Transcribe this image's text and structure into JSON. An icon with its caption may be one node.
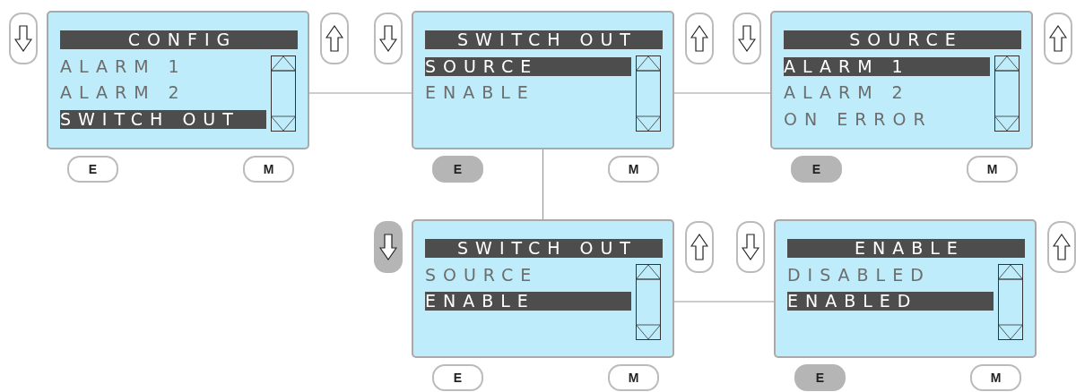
{
  "diagram": {
    "nodes": [
      {
        "text": [
          "CONFIG",
          "ALARM 1",
          "ALARM 2",
          "SWITCH OUT"
        ]
      },
      {
        "text": [
          "E"
        ]
      },
      {
        "text": [
          "M"
        ]
      },
      {
        "text": [
          "SWITCH OUT",
          "SOURCE",
          "ENABLE"
        ]
      },
      {
        "text": [
          "E"
        ]
      },
      {
        "text": [
          "M"
        ]
      },
      {
        "text": [
          "SOURCE",
          "ALARM 1",
          "ALARM 2",
          "ON ERROR"
        ]
      },
      {
        "text": [
          "E"
        ]
      },
      {
        "text": [
          "M"
        ]
      },
      {
        "text": [
          "SWITCH OUT",
          "SOURCE",
          "ENABLE"
        ]
      },
      {
        "text": [
          "E"
        ]
      },
      {
        "text": [
          "M"
        ]
      },
      {
        "text": [
          "ENABLE",
          "DISABLED",
          "ENABLED"
        ]
      },
      {
        "text": [
          "E"
        ]
      },
      {
        "text": [
          "M"
        ]
      }
    ],
    "edges": [
      {
        "from": 0,
        "to": 3,
        "arrow": "none"
      },
      {
        "from": 3,
        "to": 6,
        "arrow": "none"
      },
      {
        "from": 3,
        "to": 9,
        "arrow": "none"
      },
      {
        "from": 9,
        "to": 12,
        "arrow": "none"
      }
    ]
  }
}
